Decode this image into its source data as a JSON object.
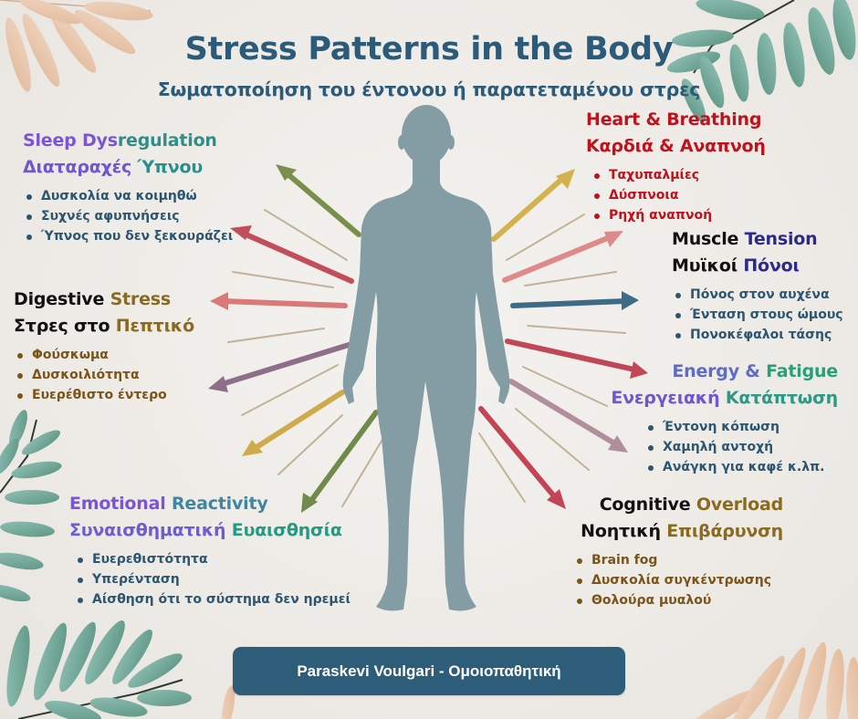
{
  "header": {
    "title": "Stress Patterns in the Body",
    "subtitle": "Σωματοποίηση του έντονου ή παρατεταμένου στρες"
  },
  "sections": {
    "sleep": {
      "title_en_1": "Sleep Dys",
      "title_en_2": "regulation",
      "title_gr_1": "Διαταραχές ",
      "title_gr_2": "Ύπνου",
      "items": [
        "Δυσκολία να κοιμηθώ",
        "Συχνές αφυπνήσεις",
        "Ύπνος που δεν ξεκουράζει"
      ],
      "colors": {
        "start": "#7b55d6",
        "end": "#1fa36a",
        "items": "#2c5570"
      }
    },
    "digestive": {
      "title_en_1": "Digestive ",
      "title_en_2": "Stress",
      "title_gr_1": "Στρες στο ",
      "title_gr_2": "Πεπτικό",
      "items": [
        "Φούσκωμα",
        "Δυσκοιλιότητα",
        "Ευερέθιστο έντερο"
      ],
      "colors": {
        "dark": "#111111",
        "accent": "#8a6a1f",
        "items": "#7a5418"
      }
    },
    "emotional": {
      "title_en_1": "Emotional ",
      "title_en_2": "Reactivity",
      "title_gr_1": "Συναισθηματική ",
      "title_gr_2": "Ευαισθησία",
      "items": [
        "Ευερεθιστότητα",
        "Υπερένταση",
        "Αίσθηση ότι το σύστημα δεν ηρεμεί"
      ],
      "colors": {
        "start": "#7b55d6",
        "end": "#1fa36a",
        "items": "#2c5570"
      }
    },
    "heart": {
      "title_en": "Heart & Breathing",
      "title_gr": "Καρδιά & Αναπνοή",
      "items": [
        "Ταχυπαλμίες",
        "Δύσπνοια",
        "Ρηχή αναπνοή"
      ],
      "colors": {
        "title": "#c0121c",
        "items": "#c0121c"
      }
    },
    "muscle": {
      "title_en_1": "Muscle ",
      "title_en_2": "Tension",
      "title_gr_1": "Μυϊκοί ",
      "title_gr_2": "Πόνοι",
      "items": [
        "Πόνος στον αυχένα",
        "Ένταση στους ώμους",
        "Πονοκέφαλοι τάσης"
      ],
      "colors": {
        "dark": "#111111",
        "accent": "#2d2a8c",
        "items": "#2c5570"
      }
    },
    "energy": {
      "title_en_1": "Energy & ",
      "title_en_2": "Fatigue",
      "title_gr_1": "Ενεργειακή ",
      "title_gr_2": "Κατάπτωση",
      "items": [
        "Έντονη κόπωση",
        "Χαμηλή αντοχή",
        "Ανάγκη για καφέ κ.λπ."
      ],
      "colors": {
        "start": "#7b55d6",
        "end": "#1fa36a",
        "items": "#2c5570"
      }
    },
    "cognitive": {
      "title_en_1": "Cognitive ",
      "title_en_2": "Overload",
      "title_gr_1": "Νοητική ",
      "title_gr_2": "Επιβάρυνση",
      "items": [
        "Brain fog",
        "Δυσκολία συγκέντρωσης",
        "Θολούρα μυαλού"
      ],
      "colors": {
        "dark": "#111111",
        "accent": "#8a6a1f",
        "items": "#7a5418"
      }
    }
  },
  "footer": {
    "label": "Paraskevi Voulgari - Ομοιοπαθητική",
    "color": "#2e5d79"
  },
  "figure": {
    "body_color": "#849da4",
    "arrow_colors": [
      "#7b8f4c",
      "#c24e5c",
      "#d97a78",
      "#8e6f8a",
      "#cfaa4a",
      "#6f8a4a",
      "#d4b14f",
      "#de8a8a",
      "#3e6b86",
      "#c14658",
      "#b08e9c",
      "#c44456"
    ]
  }
}
